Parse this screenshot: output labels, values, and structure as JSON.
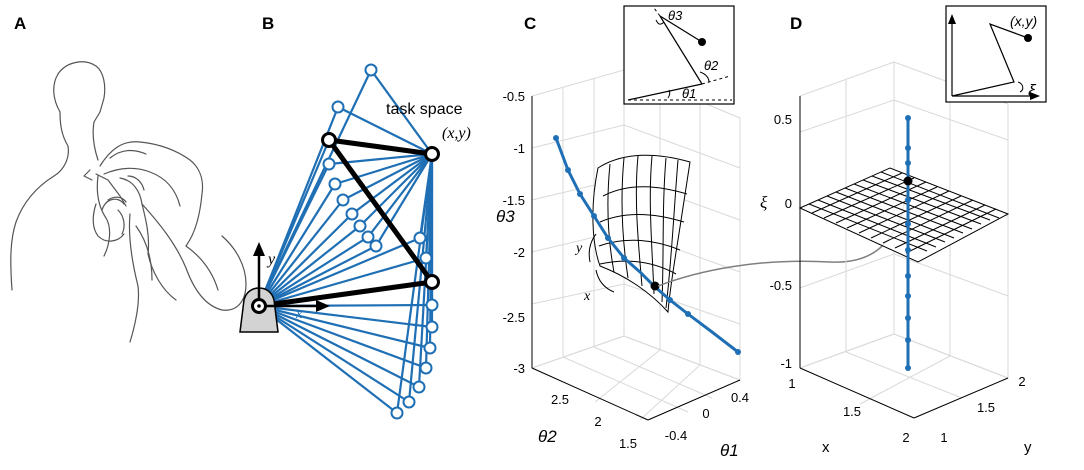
{
  "panels": {
    "a": {
      "letter": "A"
    },
    "b": {
      "letter": "B",
      "task_space_label": "task space",
      "task_space_coords": "(x,y)",
      "axis_x": "x",
      "axis_y": "y"
    },
    "c": {
      "letter": "C",
      "ylabel": "θ3",
      "xlabel_left": "θ2",
      "xlabel_right": "θ1",
      "z_ticks": [
        "-0.5",
        "-1",
        "-1.5",
        "-2",
        "-2.5",
        "-3"
      ],
      "theta2_ticks": [
        "2.5",
        "2",
        "1.5"
      ],
      "theta1_ticks": [
        "-0.4",
        "0",
        "0.4"
      ],
      "grid_x_label": "x",
      "grid_y_label": "y",
      "inset": {
        "theta1": "θ1",
        "theta2": "θ2",
        "theta3": "θ3"
      }
    },
    "d": {
      "letter": "D",
      "ylabel": "ξ",
      "xlabel_left": "x",
      "xlabel_right": "y",
      "z_ticks": [
        "0.5",
        "0",
        "-0.5",
        "-1"
      ],
      "x_ticks": [
        "1",
        "1.5",
        "2"
      ],
      "y_ticks": [
        "1",
        "1.5",
        "2"
      ],
      "inset": {
        "coords": "(x,y)",
        "xi": "ξ"
      }
    }
  },
  "colors": {
    "accent": "#1f6fb5",
    "ink": "#000000",
    "grid": "#d9d9d9",
    "base": "#cccccc"
  }
}
